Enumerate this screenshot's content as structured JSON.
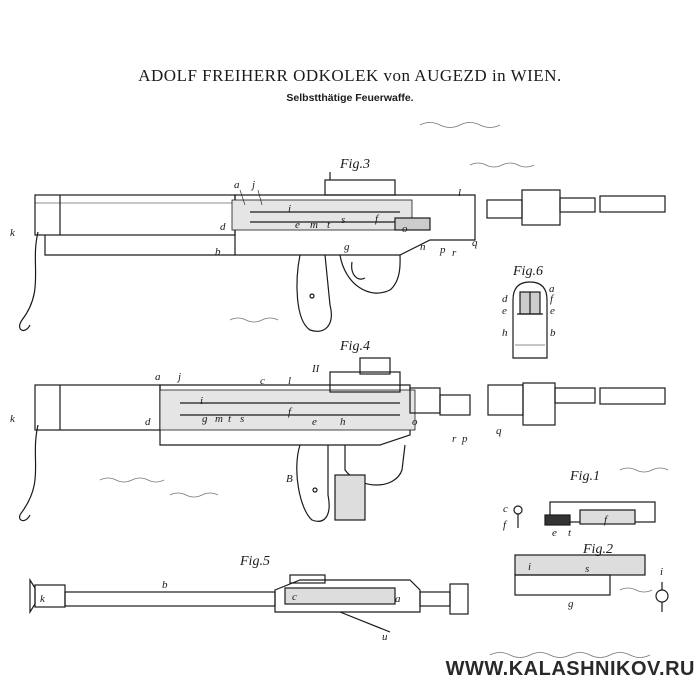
{
  "header": {
    "title": "ADOLF FREIHERR ODKOLEK von AUGEZD in WIEN.",
    "subtitle": "Selbstthätige Feuerwaffe."
  },
  "figures": {
    "fig3": "Fig.3",
    "fig4": "Fig.4",
    "fig5": "Fig.5",
    "fig6": "Fig.6",
    "fig1": "Fig.1",
    "fig2": "Fig.2"
  },
  "fig3_labels": {
    "a": "a",
    "j": "j",
    "k": "k",
    "d": "d",
    "b": "b",
    "i": "i",
    "e": "e",
    "m": "m",
    "t": "t",
    "s": "s",
    "f": "f",
    "g": "g",
    "n": "n",
    "p": "p",
    "r": "r",
    "q": "q",
    "l": "l",
    "o": "o"
  },
  "fig4_labels": {
    "a": "a",
    "j": "j",
    "k": "k",
    "d": "d",
    "i": "i",
    "g": "g",
    "m": "m",
    "t": "t",
    "s": "s",
    "f": "f",
    "e": "e",
    "h": "h",
    "c": "c",
    "l": "l",
    "o": "o",
    "r": "r",
    "p": "p",
    "q": "q",
    "B": "B",
    "II": "II"
  },
  "fig5_labels": {
    "k": "k",
    "b": "b",
    "c": "c",
    "a": "a",
    "u": "u"
  },
  "fig6_labels": {
    "a": "a",
    "d": "d",
    "e1": "e",
    "e2": "e",
    "f": "f",
    "h": "h",
    "b": "b"
  },
  "fig1_labels": {
    "c": "c",
    "f1": "f",
    "e": "e",
    "t": "t",
    "f2": "f"
  },
  "fig2_labels": {
    "i1": "i",
    "s": "s",
    "g": "g",
    "i2": "i"
  },
  "watermark": "WWW.KALASHNIKOV.RU"
}
